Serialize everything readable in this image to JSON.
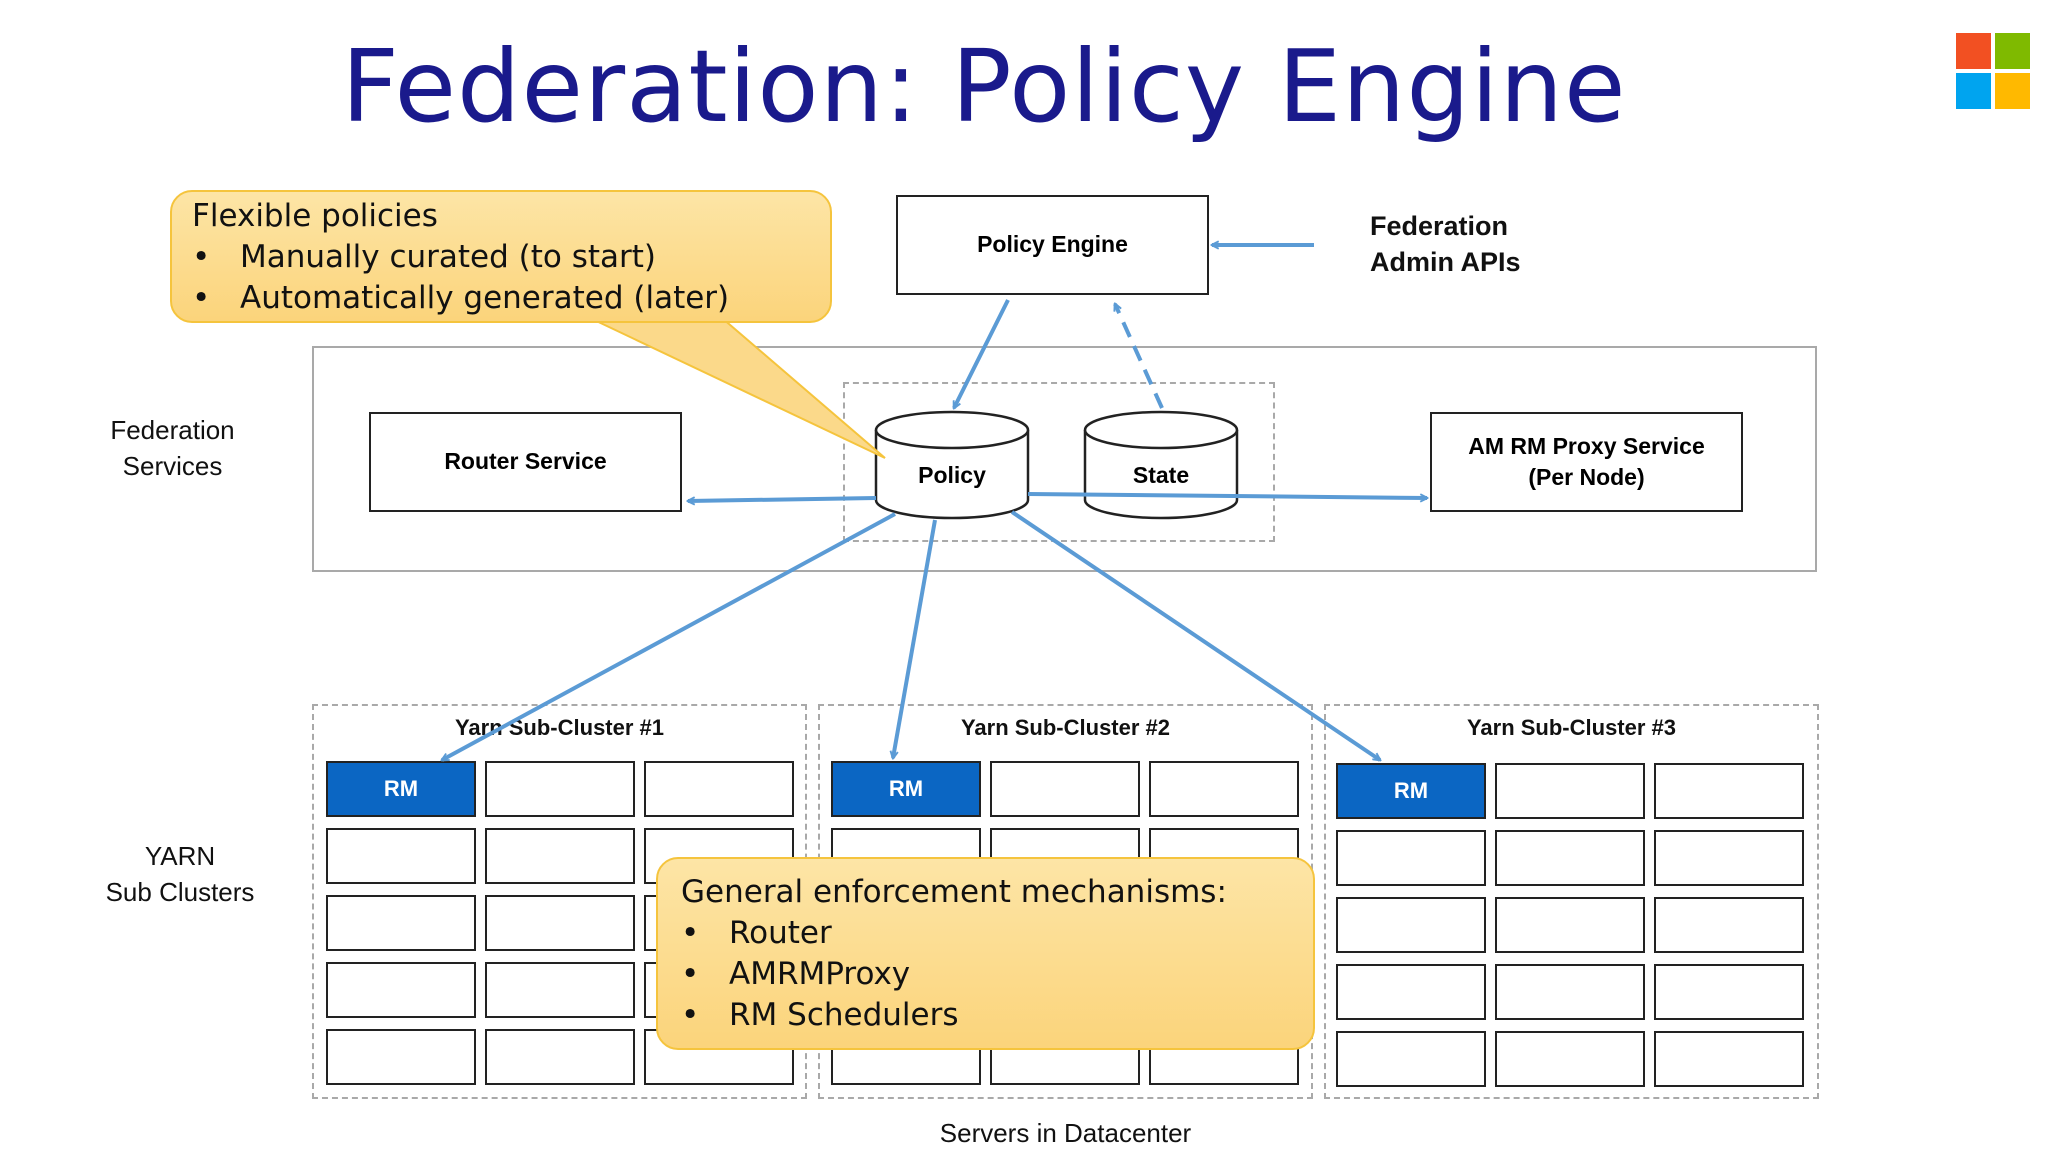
{
  "title": "Federation: Policy Engine",
  "logo": {
    "colors": [
      "#f25022",
      "#7fba00",
      "#00a4ef",
      "#ffb900"
    ]
  },
  "policy_engine_label": "Policy Engine",
  "federation_admin": {
    "line1": "Federation",
    "line2": "Admin APIs"
  },
  "callout_policies": {
    "heading": "Flexible policies",
    "items": [
      "Manually curated (to start)",
      "Automatically generated (later)"
    ]
  },
  "side_labels": {
    "federation_services": {
      "line1": "Federation",
      "line2": "Services"
    },
    "yarn_sub_clusters": {
      "line1": "YARN",
      "line2": "Sub Clusters"
    }
  },
  "router_service_label": "Router Service",
  "policy_db_label": "Policy",
  "state_db_label": "State",
  "amrm_proxy": {
    "line1": "AM RM Proxy Service",
    "line2": "(Per Node)"
  },
  "clusters": [
    {
      "title": "Yarn Sub-Cluster #1",
      "rm_label": "RM"
    },
    {
      "title": "Yarn Sub-Cluster #2",
      "rm_label": "RM"
    },
    {
      "title": "Yarn Sub-Cluster #3",
      "rm_label": "RM"
    }
  ],
  "callout_enforcement": {
    "heading": "General enforcement mechanisms:",
    "items": [
      "Router",
      "AMRMProxy",
      "RM Schedulers"
    ]
  },
  "footer": "Servers in Datacenter",
  "colors": {
    "arrow": "#5b9bd5",
    "rm_fill": "#0b66c3",
    "title": "#1a1a8c",
    "callout_fill": "#fbd47b",
    "callout_border": "#f5c43d"
  }
}
